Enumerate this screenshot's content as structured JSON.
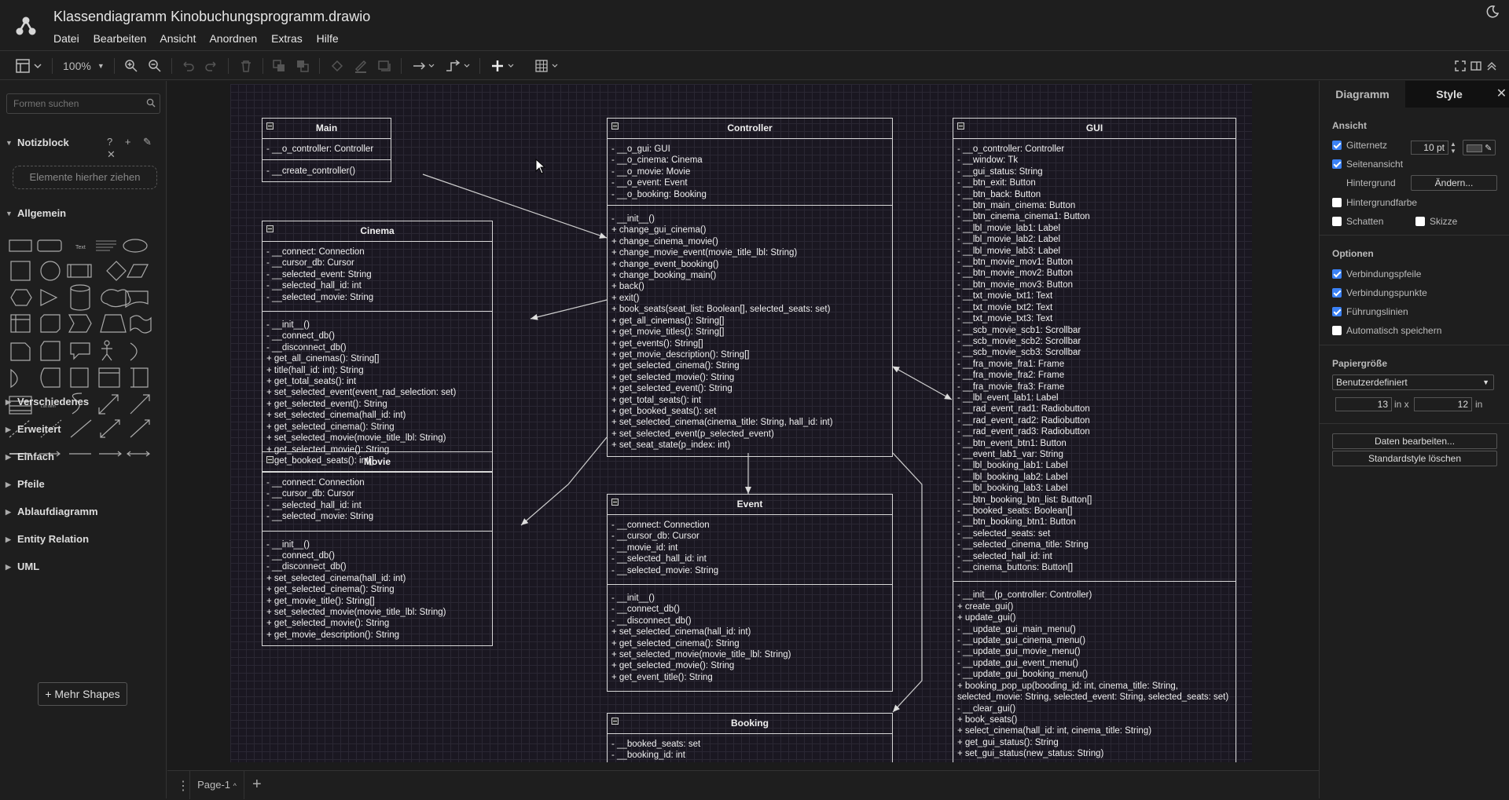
{
  "app": {
    "title": "Klassendiagramm Kinobuchungsprogramm.drawio",
    "menu": [
      "Datei",
      "Bearbeiten",
      "Ansicht",
      "Anordnen",
      "Extras",
      "Hilfe"
    ]
  },
  "toolbar": {
    "zoom": "100%"
  },
  "left_sidebar": {
    "search_placeholder": "Formen suchen",
    "scratchpad_title": "Notizblock",
    "scratchpad_tools": "? + ✎ ✕",
    "drop_hint": "Elemente hierher ziehen",
    "general_title": "Allgemein",
    "sections": [
      "Verschiedenes",
      "Erweitert",
      "Einfach",
      "Pfeile",
      "Ablaufdiagramm",
      "Entity Relation",
      "UML"
    ],
    "more_shapes": "+ Mehr Shapes"
  },
  "page_tab": "Page-1",
  "right_panel": {
    "tabs": {
      "diagram": "Diagramm",
      "style": "Style"
    },
    "view_title": "Ansicht",
    "grid_label": "Gitternetz",
    "grid_size": "10 pt",
    "page_view_label": "Seitenansicht",
    "background_label": "Hintergrund",
    "change_button": "Ändern...",
    "bg_color_label": "Hintergrundfarbe",
    "shadow_label": "Schatten",
    "sketch_label": "Skizze",
    "options_title": "Optionen",
    "connection_arrows_label": "Verbindungspfeile",
    "connection_points_label": "Verbindungspunkte",
    "guides_label": "Führungslinien",
    "autosave_label": "Automatisch speichern",
    "paper_size_title": "Papiergröße",
    "paper_size_value": "Benutzerdefiniert",
    "width_value": "13",
    "height_value": "12",
    "unit": "in",
    "unit_x": "in x",
    "edit_data_button": "Daten bearbeiten...",
    "clear_style_button": "Standardstyle löschen"
  },
  "classes": {
    "main": {
      "name": "Main",
      "attributes": [
        "- __o_controller: Controller"
      ],
      "methods": [
        "- __create_controller()"
      ]
    },
    "controller": {
      "name": "Controller",
      "attributes": [
        "- __o_gui: GUI",
        "- __o_cinema: Cinema",
        "- __o_movie: Movie",
        "- __o_event: Event",
        "- __o_booking: Booking"
      ],
      "methods": [
        "- __init__()",
        "+ change_gui_cinema()",
        "+ change_cinema_movie()",
        "+ change_movie_event(movie_title_lbl: String)",
        "+ change_event_booking()",
        "+ change_booking_main()",
        "+ back()",
        "+ exit()",
        "+ book_seats(seat_list: Boolean[], selected_seats: set)",
        "+ get_all_cinemas(): String[]",
        "+ get_movie_titles(): String[]",
        "+ get_events(): String[]",
        "+ get_movie_description(): String[]",
        "+ get_selected_cinema(): String",
        "+ get_selected_movie(): String",
        "+ get_selected_event(): String",
        "+ get_total_seats(): int",
        "+ get_booked_seats(): set",
        "+ set_selected_cinema(cinema_title: String, hall_id: int)",
        "+ set_selected_event(p_selected_event)",
        "+ set_seat_state(p_index: int)"
      ]
    },
    "cinema": {
      "name": "Cinema",
      "attributes": [
        "- __connect: Connection",
        "- __cursor_db: Cursor",
        "- __selected_event: String",
        "- __selected_hall_id: int",
        "- __selected_movie: String"
      ],
      "methods": [
        "- __init__()",
        "- __connect_db()",
        "- __disconnect_db()",
        "+ get_all_cinemas(): String[]",
        "+ title(hall_id: int): String",
        "+ get_total_seats(): int",
        "+ set_selected_event(event_rad_selection: set)",
        "+ get_selected_event(): String",
        "+ set_selected_cinema(hall_id: int)",
        "+ get_selected_cinema(): String",
        "+ set_selected_movie(movie_title_lbl: String)",
        "+ get_selected_movie(): String",
        "+ get_booked_seats(): int[]"
      ]
    },
    "movie": {
      "name": "Movie",
      "attributes": [
        "- __connect: Connection",
        "- __cursor_db: Cursor",
        "- __selected_hall_id: int",
        "- __selected_movie: String"
      ],
      "methods": [
        "- __init__()",
        "- __connect_db()",
        "- __disconnect_db()",
        "+ set_selected_cinema(hall_id: int)",
        "+ get_selected_cinema(): String",
        "+ get_movie_title(): String[]",
        "+ set_selected_movie(movie_title_lbl: String)",
        "+ get_selected_movie(): String",
        "+ get_movie_description(): String"
      ]
    },
    "event": {
      "name": "Event",
      "attributes": [
        "- __connect: Connection",
        "- __cursor_db: Cursor",
        "- __movie_id: int",
        "- __selected_hall_id: int",
        "- __selected_movie: String"
      ],
      "methods": [
        "- __init__()",
        "- __connect_db()",
        "- __disconnect_db()",
        "+ set_selected_cinema(hall_id: int)",
        "+ get_selected_cinema(): String",
        "+ set_selected_movie(movie_title_lbl: String)",
        "+ get_selected_movie(): String",
        "+ get_event_title(): String"
      ]
    },
    "booking": {
      "name": "Booking",
      "attributes": [
        "- __booked_seats: set",
        "- __booking_id: int"
      ],
      "methods": []
    },
    "gui": {
      "name": "GUI",
      "attributes": [
        "- __o_controller: Controller",
        "- __window: Tk",
        "- __gui_status: String",
        "- __btn_exit: Button",
        "- __btn_back: Button",
        "- __btn_main_cinema: Button",
        "- __btn_cinema_cinema1: Button",
        "- __lbl_movie_lab1: Label",
        "- __lbl_movie_lab2: Label",
        "- __lbl_movie_lab3: Label",
        "- __btn_movie_mov1: Button",
        "- __btn_movie_mov2: Button",
        "- __btn_movie_mov3: Button",
        "- __txt_movie_txt1: Text",
        "- __txt_movie_txt2: Text",
        "- __txt_movie_txt3: Text",
        "- __scb_movie_scb1: Scrollbar",
        "- __scb_movie_scb2: Scrollbar",
        "- __scb_movie_scb3: Scrollbar",
        "- __fra_movie_fra1: Frame",
        "- __fra_movie_fra2: Frame",
        "- __fra_movie_fra3: Frame",
        "- __lbl_event_lab1: Label",
        "- __rad_event_rad1: Radiobutton",
        "- __rad_event_rad2: Radiobutton",
        "- __rad_event_rad3: Radiobutton",
        "- __btn_event_btn1: Button",
        "- __event_lab1_var: String",
        "- __lbl_booking_lab1: Label",
        "- __lbl_booking_lab2: Label",
        "- __lbl_booking_lab3: Label",
        "- __btn_booking_btn_list: Button[]",
        "- __booked_seats: Boolean[]",
        "- __btn_booking_btn1: Button",
        "- __selected_seats: set",
        "- __selected_cinema_title: String",
        "- __selected_hall_id: int",
        "- __cinema_buttons: Button[]"
      ],
      "methods": [
        "- __init__(p_controller: Controller)",
        "+ create_gui()",
        "+ update_gui()",
        "- __update_gui_main_menu()",
        "- __update_gui_cinema_menu()",
        "- __update_gui_movie_menu()",
        "- __update_gui_event_menu()",
        "- __update_gui_booking_menu()",
        "+ booking_pop_up(booding_id: int, cinema_title: String, selected_movie: String, selected_event: String, selected_seats: set)",
        "- __clear_gui()",
        "+ book_seats()",
        "+ select_cinema(hall_id: int, cinema_title: String)",
        "+ get_gui_status(): String",
        "+ set_gui_status(new_status: String)"
      ]
    }
  }
}
